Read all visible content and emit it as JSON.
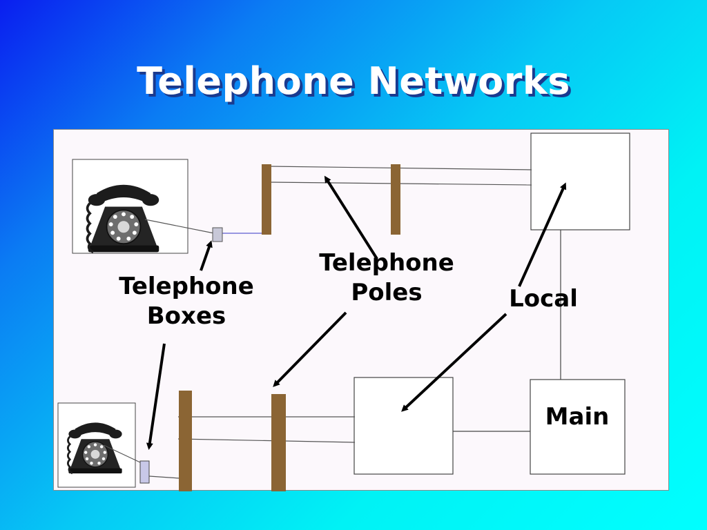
{
  "title": "Telephone Networks",
  "labels": {
    "telephone_boxes": [
      "Telephone",
      "Boxes"
    ],
    "telephone_poles": [
      "Telephone",
      "Poles"
    ],
    "local": "Local",
    "main": "Main"
  },
  "icons": [
    "rotary-telephone-icon",
    "telephone-box-icon",
    "telephone-pole-icon",
    "arrow-icon"
  ],
  "colors": {
    "background_start": "#0a1ef0",
    "background_end": "#00ffff",
    "panel": "#fcf8fc",
    "pole": "#8b6534",
    "box": "#c8c8d8"
  }
}
